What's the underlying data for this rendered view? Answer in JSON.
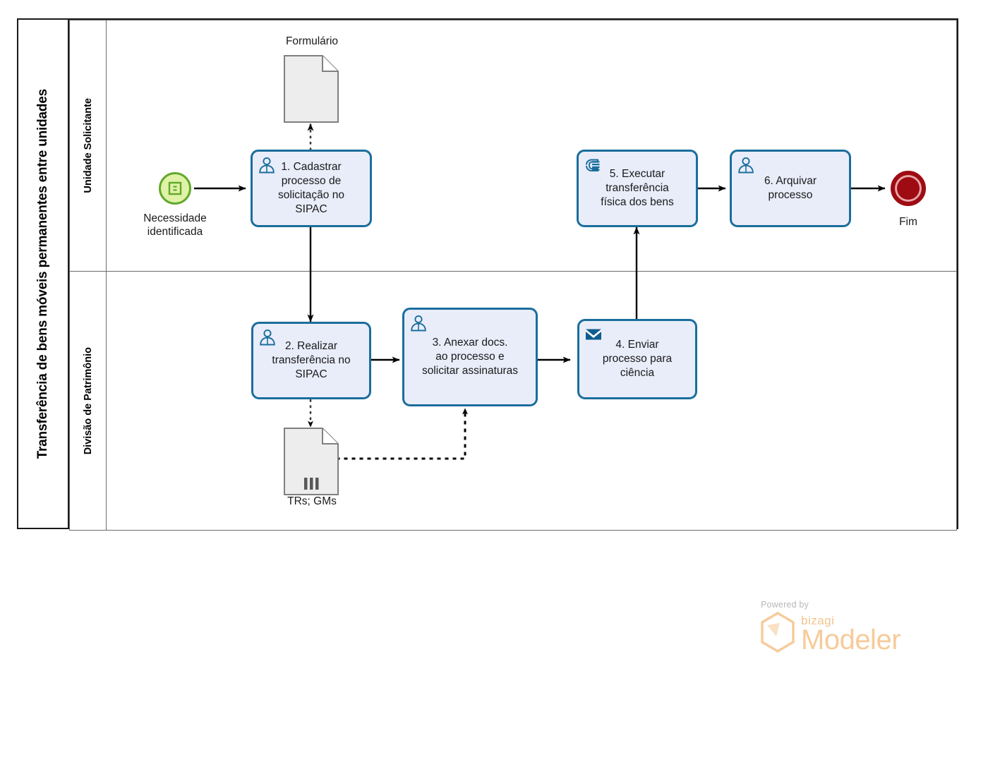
{
  "diagram": {
    "type": "bpmn",
    "pool_title": "Transferência de bens móveis permanentes entre unidades",
    "lanes": [
      {
        "id": "lane-solicitante",
        "label": "Unidade Solicitante"
      },
      {
        "id": "lane-patrimonio",
        "label": "Divisão de Patrimônio"
      }
    ]
  },
  "events": {
    "start": {
      "label": "Necessidade\nidentificada",
      "icon": "form-rule-icon",
      "fill": "#dff2a8",
      "stroke": "#62a82a"
    },
    "end": {
      "label": "Fim",
      "fill": "#9e0b12",
      "inner_ring": "#e8a7a9"
    }
  },
  "tasks": [
    {
      "id": "task-1",
      "number": "1.",
      "text": "1. Cadastrar\nprocesso de\nsolicitação no\nSIPAC",
      "icon": "user-task-icon",
      "lane": "lane-solicitante"
    },
    {
      "id": "task-2",
      "number": "2.",
      "text": "2. Realizar\ntransferência no\nSIPAC",
      "icon": "user-task-icon",
      "lane": "lane-patrimonio"
    },
    {
      "id": "task-3",
      "number": "3.",
      "text": "3. Anexar docs.\nao processo e\nsolicitar assinaturas",
      "icon": "user-task-icon",
      "lane": "lane-patrimonio"
    },
    {
      "id": "task-4",
      "number": "4.",
      "text": "4. Enviar\nprocesso para\nciência",
      "icon": "send-task-icon",
      "lane": "lane-patrimonio"
    },
    {
      "id": "task-5",
      "number": "5.",
      "text": "5. Executar\ntransferência\nfísica dos bens",
      "icon": "manual-task-icon",
      "lane": "lane-solicitante"
    },
    {
      "id": "task-6",
      "number": "6.",
      "text": "6. Arquivar\nprocesso",
      "icon": "user-task-icon",
      "lane": "lane-solicitante"
    }
  ],
  "data_objects": [
    {
      "id": "data-formulario",
      "label": "Formulário",
      "collection": false
    },
    {
      "id": "data-trs-gms",
      "label": "TRs; GMs",
      "collection": true
    }
  ],
  "colors": {
    "task_fill": "#e9edfa",
    "task_stroke": "#1b6e9c",
    "start_fill": "#dff2a8",
    "start_stroke": "#62a82a",
    "end_fill": "#9e0b12",
    "data_fill": "#ededed",
    "data_stroke": "#808080",
    "flow_stroke": "#000000"
  },
  "branding": {
    "powered_by": "Powered by",
    "brand": "bizagi",
    "product": "Modeler"
  }
}
